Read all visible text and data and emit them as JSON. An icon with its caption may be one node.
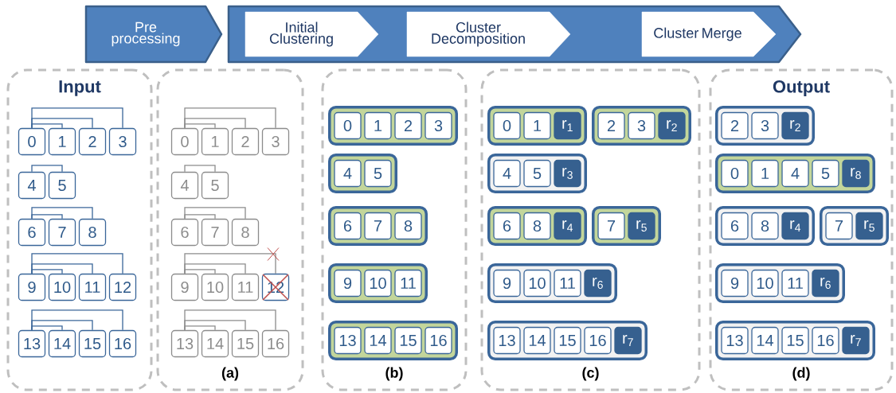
{
  "diagram": {
    "nodes": [
      {
        "text": [
          "Pre processing"
        ]
      },
      {
        "text": [],
        "shape": "chevron"
      },
      {
        "text": [
          "Initial Clustering"
        ],
        "in": 1
      },
      {
        "text": [
          "Cluster Decomposition"
        ],
        "in": 1
      },
      {
        "text": [
          "Cluster Merge"
        ],
        "in": 1
      },
      {
        "text": [
          "Input"
        ]
      },
      {
        "text": [
          "0"
        ],
        "in": 5
      },
      {
        "text": [
          "1"
        ],
        "in": 5
      },
      {
        "text": [
          "2"
        ],
        "in": 5
      },
      {
        "text": [
          "3"
        ],
        "in": 5
      },
      {
        "text": [
          "4"
        ],
        "in": 5
      },
      {
        "text": [
          "5"
        ],
        "in": 5
      },
      {
        "text": [
          "6"
        ],
        "in": 5
      },
      {
        "text": [
          "7"
        ],
        "in": 5
      },
      {
        "text": [
          "8"
        ],
        "in": 5
      },
      {
        "text": [
          "9"
        ],
        "in": 5
      },
      {
        "text": [
          "10"
        ],
        "in": 5
      },
      {
        "text": [
          "11"
        ],
        "in": 5
      },
      {
        "text": [
          "12"
        ],
        "in": 5
      },
      {
        "text": [
          "13"
        ],
        "in": 5
      },
      {
        "text": [
          "14"
        ],
        "in": 5
      },
      {
        "text": [
          "15"
        ],
        "in": 5
      },
      {
        "text": [
          "16"
        ],
        "in": 5
      },
      {
        "text": [
          "(a)"
        ]
      },
      {
        "text": [
          "0"
        ],
        "in": 23
      },
      {
        "text": [
          "1"
        ],
        "in": 23
      },
      {
        "text": [
          "2"
        ],
        "in": 23
      },
      {
        "text": [
          "3"
        ],
        "in": 23
      },
      {
        "text": [
          "4"
        ],
        "in": 23
      },
      {
        "text": [
          "5"
        ],
        "in": 23
      },
      {
        "text": [
          "6"
        ],
        "in": 23
      },
      {
        "text": [
          "7"
        ],
        "in": 23
      },
      {
        "text": [
          "8"
        ],
        "in": 23
      },
      {
        "text": [
          "9"
        ],
        "in": 23
      },
      {
        "text": [
          "10"
        ],
        "in": 23
      },
      {
        "text": [
          "11"
        ],
        "in": 23
      },
      {
        "text": [
          "12"
        ],
        "in": 23
      },
      {
        "text": [
          "13"
        ],
        "in": 23
      },
      {
        "text": [
          "14"
        ],
        "in": 23
      },
      {
        "text": [
          "15"
        ],
        "in": 23
      },
      {
        "text": [
          "16"
        ],
        "in": 23
      },
      {
        "text": [
          "(b)"
        ]
      },
      {
        "text": [],
        "shape": "box",
        "in": 41
      },
      {
        "text": [
          "0"
        ],
        "in": 42
      },
      {
        "text": [
          "1"
        ],
        "in": 42
      },
      {
        "text": [
          "2"
        ],
        "in": 42
      },
      {
        "text": [
          "3"
        ],
        "in": 42
      },
      {
        "text": [],
        "shape": "box",
        "in": 41
      },
      {
        "text": [
          "4"
        ],
        "in": 47
      },
      {
        "text": [
          "5"
        ],
        "in": 47
      },
      {
        "text": [],
        "shape": "box",
        "in": 41
      },
      {
        "text": [
          "6"
        ],
        "in": 50
      },
      {
        "text": [
          "7"
        ],
        "in": 50
      },
      {
        "text": [
          "8"
        ],
        "in": 50
      },
      {
        "text": [],
        "shape": "box",
        "in": 41
      },
      {
        "text": [
          "9"
        ],
        "in": 54
      },
      {
        "text": [
          "10"
        ],
        "in": 54
      },
      {
        "text": [
          "11"
        ],
        "in": 54
      },
      {
        "text": [],
        "shape": "box",
        "in": 41
      },
      {
        "text": [
          "13"
        ],
        "in": 58
      },
      {
        "text": [
          "14"
        ],
        "in": 58
      },
      {
        "text": [
          "15"
        ],
        "in": 58
      },
      {
        "text": [
          "16"
        ],
        "in": 58
      },
      {
        "text": [
          "(c)"
        ]
      },
      {
        "text": [],
        "shape": "box",
        "in": 63
      },
      {
        "text": [
          "0"
        ],
        "in": 64
      },
      {
        "text": [
          "1"
        ],
        "in": 64
      },
      {
        "text": [
          "r$_{1}$"
        ],
        "in": 64
      },
      {
        "text": [],
        "shape": "box",
        "in": 63
      },
      {
        "text": [
          "2"
        ],
        "in": 68
      },
      {
        "text": [
          "3"
        ],
        "in": 68
      },
      {
        "text": [
          "r$_{2}$"
        ],
        "in": 68
      },
      {
        "text": [],
        "shape": "box",
        "in": 63
      },
      {
        "text": [
          "4"
        ],
        "in": 72
      },
      {
        "text": [
          "5"
        ],
        "in": 72
      },
      {
        "text": [
          "r$_{3}$"
        ],
        "in": 72
      },
      {
        "text": [],
        "shape": "box",
        "in": 63
      },
      {
        "text": [
          "6"
        ],
        "in": 76
      },
      {
        "text": [
          "8"
        ],
        "in": 76
      },
      {
        "text": [
          "r$_{4}$"
        ],
        "in": 76
      },
      {
        "text": [],
        "shape": "box",
        "in": 63
      },
      {
        "text": [
          "7"
        ],
        "in": 80
      },
      {
        "text": [
          "r$_{5}$"
        ],
        "in": 80
      },
      {
        "text": [],
        "shape": "box",
        "in": 63
      },
      {
        "text": [
          "9"
        ],
        "in": 83
      },
      {
        "text": [
          "10"
        ],
        "in": 83
      },
      {
        "text": [
          "11"
        ],
        "in": 83
      },
      {
        "text": [
          "r$_{6}$"
        ],
        "in": 83
      },
      {
        "text": [],
        "shape": "box",
        "in": 63
      },
      {
        "text": [
          "13"
        ],
        "in": 88
      },
      {
        "text": [
          "14"
        ],
        "in": 88
      },
      {
        "text": [
          "15"
        ],
        "in": 88
      },
      {
        "text": [
          "16"
        ],
        "in": 88
      },
      {
        "text": [
          "r$_{7}$"
        ],
        "in": 88
      },
      {
        "text": [
          "Output",
          "(d)"
        ]
      },
      {
        "text": [],
        "shape": "box",
        "in": 94
      },
      {
        "text": [
          "2"
        ],
        "in": 95
      },
      {
        "text": [
          "3"
        ],
        "in": 95
      },
      {
        "text": [
          "r$_{2}$"
        ],
        "in": 95
      },
      {
        "text": [],
        "shape": "box",
        "in": 94
      },
      {
        "text": [
          "0"
        ],
        "in": 99
      },
      {
        "text": [
          "1"
        ],
        "in": 99
      },
      {
        "text": [
          "4"
        ],
        "in": 99
      },
      {
        "text": [
          "5"
        ],
        "in": 99
      },
      {
        "text": [
          "r$_{8}$"
        ],
        "in": 99
      },
      {
        "text": [],
        "shape": "box",
        "in": 94
      },
      {
        "text": [
          "6"
        ],
        "in": 105
      },
      {
        "text": [
          "8"
        ],
        "in": 105
      },
      {
        "text": [
          "r$_{4}$"
        ],
        "in": 105
      },
      {
        "text": [],
        "shape": "box",
        "in": 94
      },
      {
        "text": [
          "7"
        ],
        "in": 109
      },
      {
        "text": [
          "r$_{5}$"
        ],
        "in": 109
      },
      {
        "text": [],
        "shape": "box",
        "in": 94
      },
      {
        "text": [
          "9"
        ],
        "in": 112
      },
      {
        "text": [
          "10"
        ],
        "in": 112
      },
      {
        "text": [
          "11"
        ],
        "in": 112
      },
      {
        "text": [
          "r$_{6}$"
        ],
        "in": 112
      },
      {
        "text": [],
        "shape": "box",
        "in": 94
      },
      {
        "text": [
          "13"
        ],
        "in": 117
      },
      {
        "text": [
          "14"
        ],
        "in": 117
      },
      {
        "text": [
          "15"
        ],
        "in": 117
      },
      {
        "text": [
          "16"
        ],
        "in": 117
      },
      {
        "text": [
          "r$_{7}$"
        ],
        "in": 117
      }
    ],
    "edges": [
      {
        "from": 6,
        "to": 7,
        "arrow": "none"
      },
      {
        "from": 6,
        "to": 8,
        "arrow": "none"
      },
      {
        "from": 6,
        "to": 9,
        "arrow": "none"
      },
      {
        "from": 10,
        "to": 11,
        "arrow": "none"
      },
      {
        "from": 12,
        "to": 13,
        "arrow": "none"
      },
      {
        "from": 12,
        "to": 14,
        "arrow": "none"
      },
      {
        "from": 15,
        "to": 16,
        "arrow": "none"
      },
      {
        "from": 15,
        "to": 17,
        "arrow": "none"
      },
      {
        "from": 15,
        "to": 18,
        "arrow": "none"
      },
      {
        "from": 19,
        "to": 20,
        "arrow": "none"
      },
      {
        "from": 19,
        "to": 21,
        "arrow": "none"
      },
      {
        "from": 19,
        "to": 22,
        "arrow": "none"
      },
      {
        "from": 24,
        "to": 25,
        "arrow": "none",
        "color": "#8c8c8c"
      },
      {
        "from": 24,
        "to": 26,
        "arrow": "none",
        "color": "#8c8c8c"
      },
      {
        "from": 24,
        "to": 27,
        "arrow": "none",
        "color": "#8c8c8c"
      },
      {
        "from": 28,
        "to": 29,
        "arrow": "none",
        "color": "#8c8c8c"
      },
      {
        "from": 30,
        "to": 31,
        "arrow": "none",
        "color": "#8c8c8c"
      },
      {
        "from": 30,
        "to": 32,
        "arrow": "none",
        "color": "#8c8c8c"
      },
      {
        "from": 33,
        "to": 34,
        "arrow": "none",
        "color": "#8c8c8c"
      },
      {
        "from": 33,
        "to": 35,
        "arrow": "none",
        "color": "#8c8c8c"
      },
      {
        "from": 33,
        "to": 36,
        "arrow": "none",
        "color": "#8c8c8c"
      },
      {
        "from": 37,
        "to": 38,
        "arrow": "none",
        "color": "#8c8c8c"
      },
      {
        "from": 37,
        "to": 39,
        "arrow": "none",
        "color": "#8c8c8c"
      },
      {
        "from": 37,
        "to": 40,
        "arrow": "none",
        "color": "#8c8c8c"
      }
    ]
  }
}
